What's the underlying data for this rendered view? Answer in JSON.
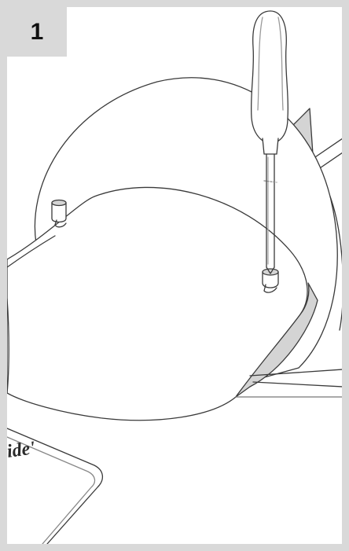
{
  "step": {
    "number": "1"
  },
  "illustration": {
    "tool": "screwdriver-icon",
    "parts": [
      "round-top-plate",
      "curved-panel",
      "fastener-pin",
      "base-plate"
    ],
    "logo_text": "ide'",
    "colors": {
      "line": "#3a3a3a",
      "shade": "#d4d4d4",
      "handle_shade": "#9a9a9a",
      "frame": "#d9d9d9"
    }
  }
}
